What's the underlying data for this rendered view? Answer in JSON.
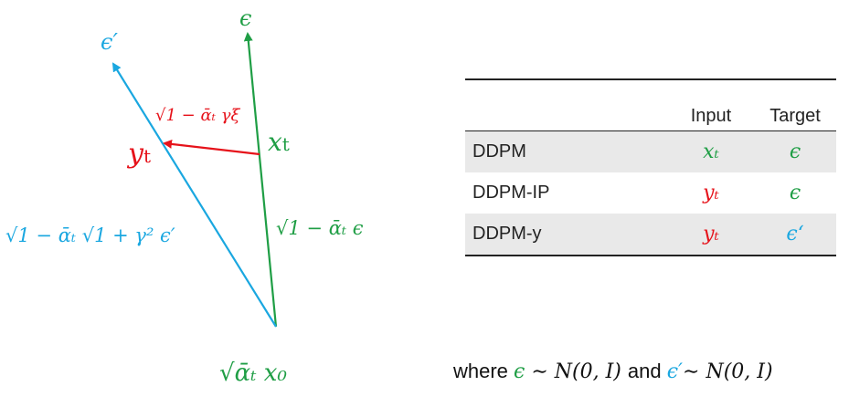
{
  "diagram": {
    "labels": {
      "epsilon": "ϵ",
      "epsilon_prime": "ϵ′",
      "x_t": "x",
      "x_t_sub": "t",
      "y_t": "y",
      "y_t_sub": "t",
      "red_term": "√1 − ᾱₜ γξ",
      "green_term": "√1 − ᾱₜ ϵ",
      "blue_term": "√1 − ᾱₜ √1 + γ² ϵ′",
      "origin": "√ᾱₜ x₀"
    },
    "colors": {
      "green": "#1f9e45",
      "blue": "#1aa7e0",
      "red": "#e6121a"
    }
  },
  "table": {
    "headers": [
      "",
      "Input",
      "Target"
    ],
    "rows": [
      {
        "name": "DDPM",
        "input": "xₜ",
        "target": "ϵ"
      },
      {
        "name": "DDPM-IP",
        "input": "yₜ",
        "target": "ϵ"
      },
      {
        "name": "DDPM-y",
        "input": "yₜ",
        "target": "ϵ‘"
      }
    ]
  },
  "footnote": {
    "prefix": "where ",
    "eps": "ϵ",
    "rel1": " ∼ N(0, I) ",
    "and": "and ",
    "eps_prime": "ϵ′",
    "rel2": "∼ N(0, I)"
  }
}
